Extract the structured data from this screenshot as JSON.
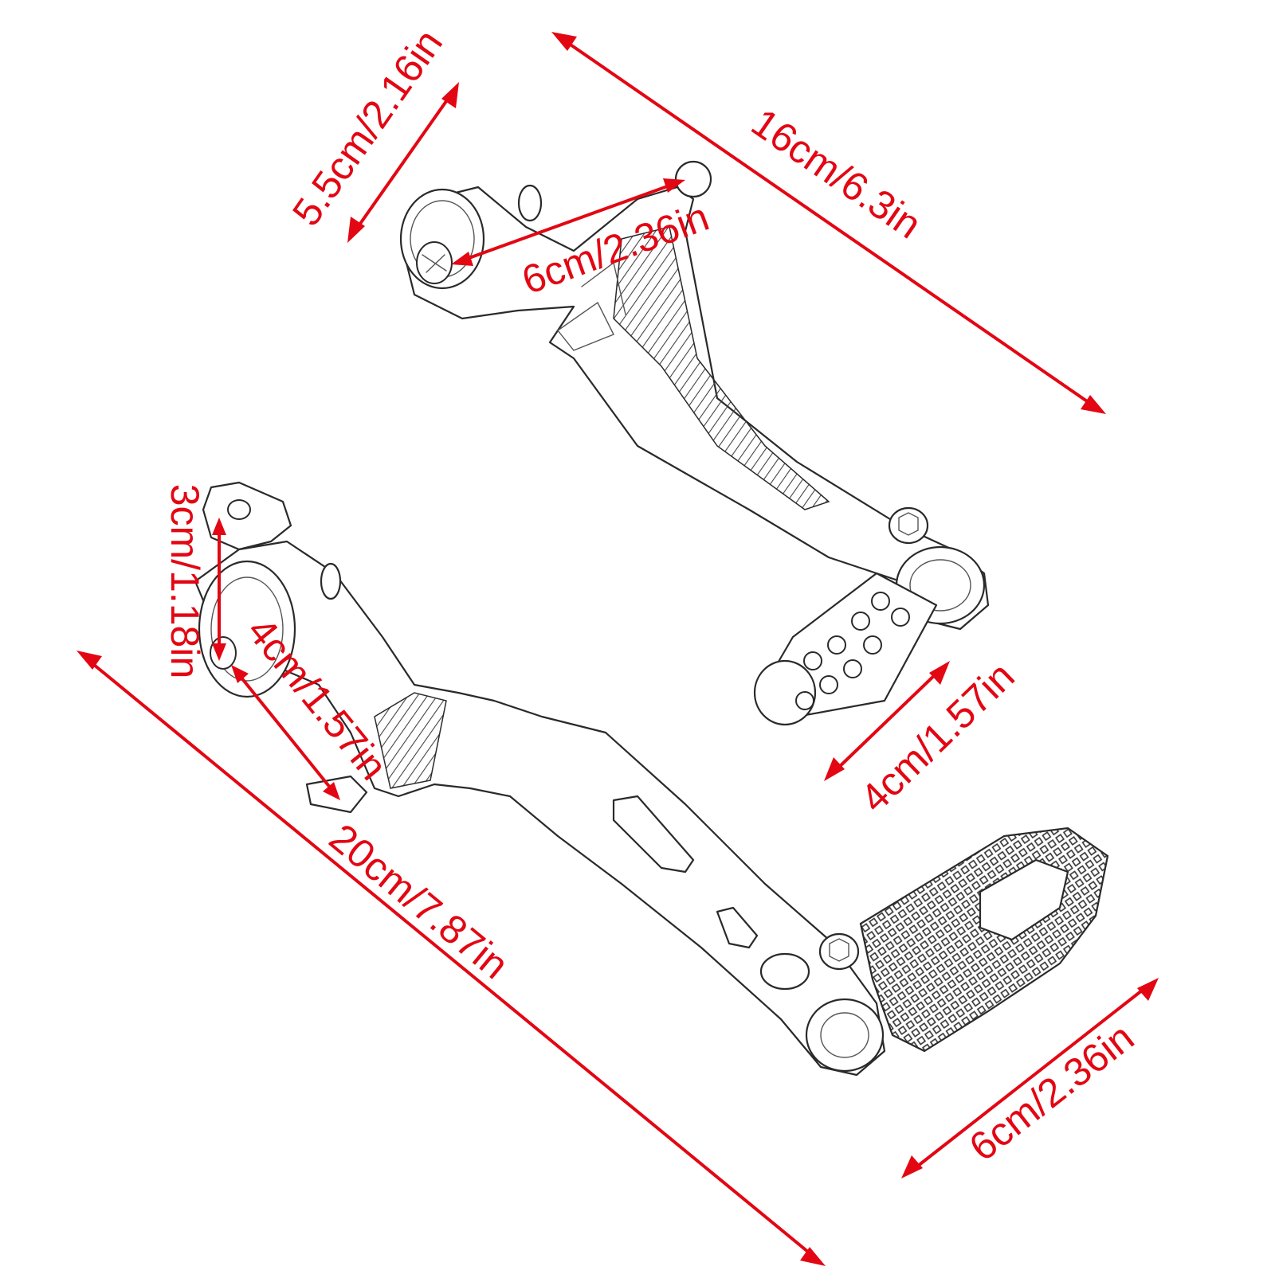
{
  "diagram": {
    "accent_color": "#e30613",
    "parts": [
      "shift-lever",
      "brake-lever"
    ],
    "dimensions": {
      "shift_lever_total": "16cm/6.3in",
      "shift_lever_height": "5.5cm/2.16in",
      "shift_lever_pivot_span": "6cm/2.36in",
      "shift_peg_length": "4cm/1.57in",
      "brake_lever_total": "20cm/7.87in",
      "brake_mount_height": "3cm/1.18in",
      "brake_tab_length": "4cm/1.57in",
      "brake_pedal_width": "6cm/2.36in"
    }
  }
}
